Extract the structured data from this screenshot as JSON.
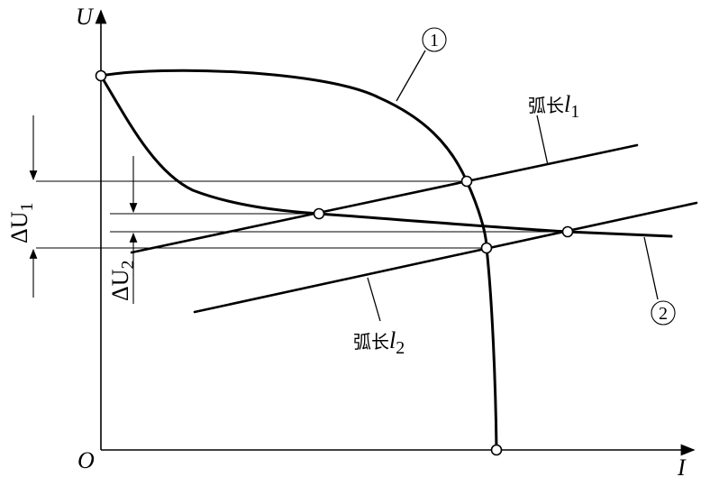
{
  "axes": {
    "y_label": "U",
    "x_label": "I",
    "origin_label": "O"
  },
  "curves": {
    "curve1_tag": "1",
    "curve2_tag": "2"
  },
  "arc_lines": {
    "arc1_label_text": "弧长",
    "arc1_label_var": "l",
    "arc1_label_sub": "1",
    "arc2_label_text": "弧长",
    "arc2_label_var": "l",
    "arc2_label_sub": "2"
  },
  "deltas": {
    "du1_symbol": "ΔU",
    "du1_sub": "1",
    "du2_symbol": "ΔU",
    "du2_sub": "2"
  }
}
